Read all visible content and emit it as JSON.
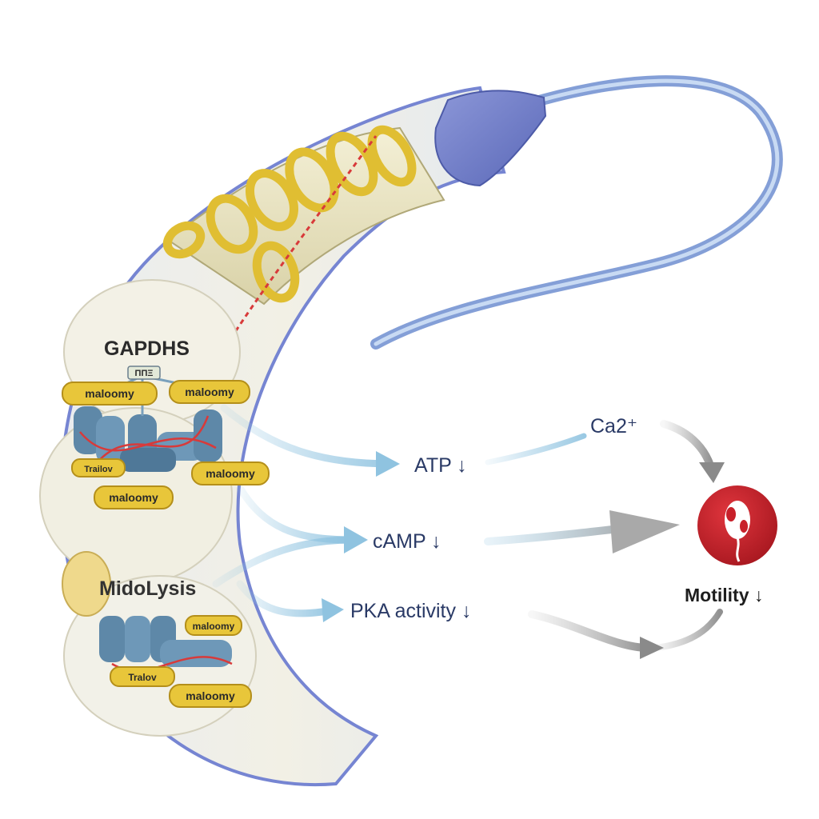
{
  "labels": {
    "gapdhs": "GAPDHS",
    "midolysis": "MidoLysis",
    "top_small": "ΠΠΞ",
    "tag_1": "maloomy",
    "tag_2": "maloomy",
    "tag_3": "Trailov",
    "tag_4": "maloomy",
    "tag_5": "maloomy",
    "tag_6": "maloomy",
    "tag_7": "Tralov",
    "tag_8": "maloomy"
  },
  "pathway": {
    "atp": "ATP ↓",
    "camp": "cAMP ↓",
    "pka": "PKA activity ↓",
    "ca": "Ca2⁺",
    "motility": "Motility ↓"
  },
  "colors": {
    "membrane_blue": "#6f7fd0",
    "tag_gold": "#e8c63a",
    "protein_blue": "#5e88a8",
    "motility_red": "#c8202a",
    "arrow_blue": "#8fc3e0",
    "arrow_gray": "#9a9a9a",
    "text_navy": "#2a3a66"
  },
  "icons": {
    "motility_badge": "sperm-cell-icon"
  }
}
